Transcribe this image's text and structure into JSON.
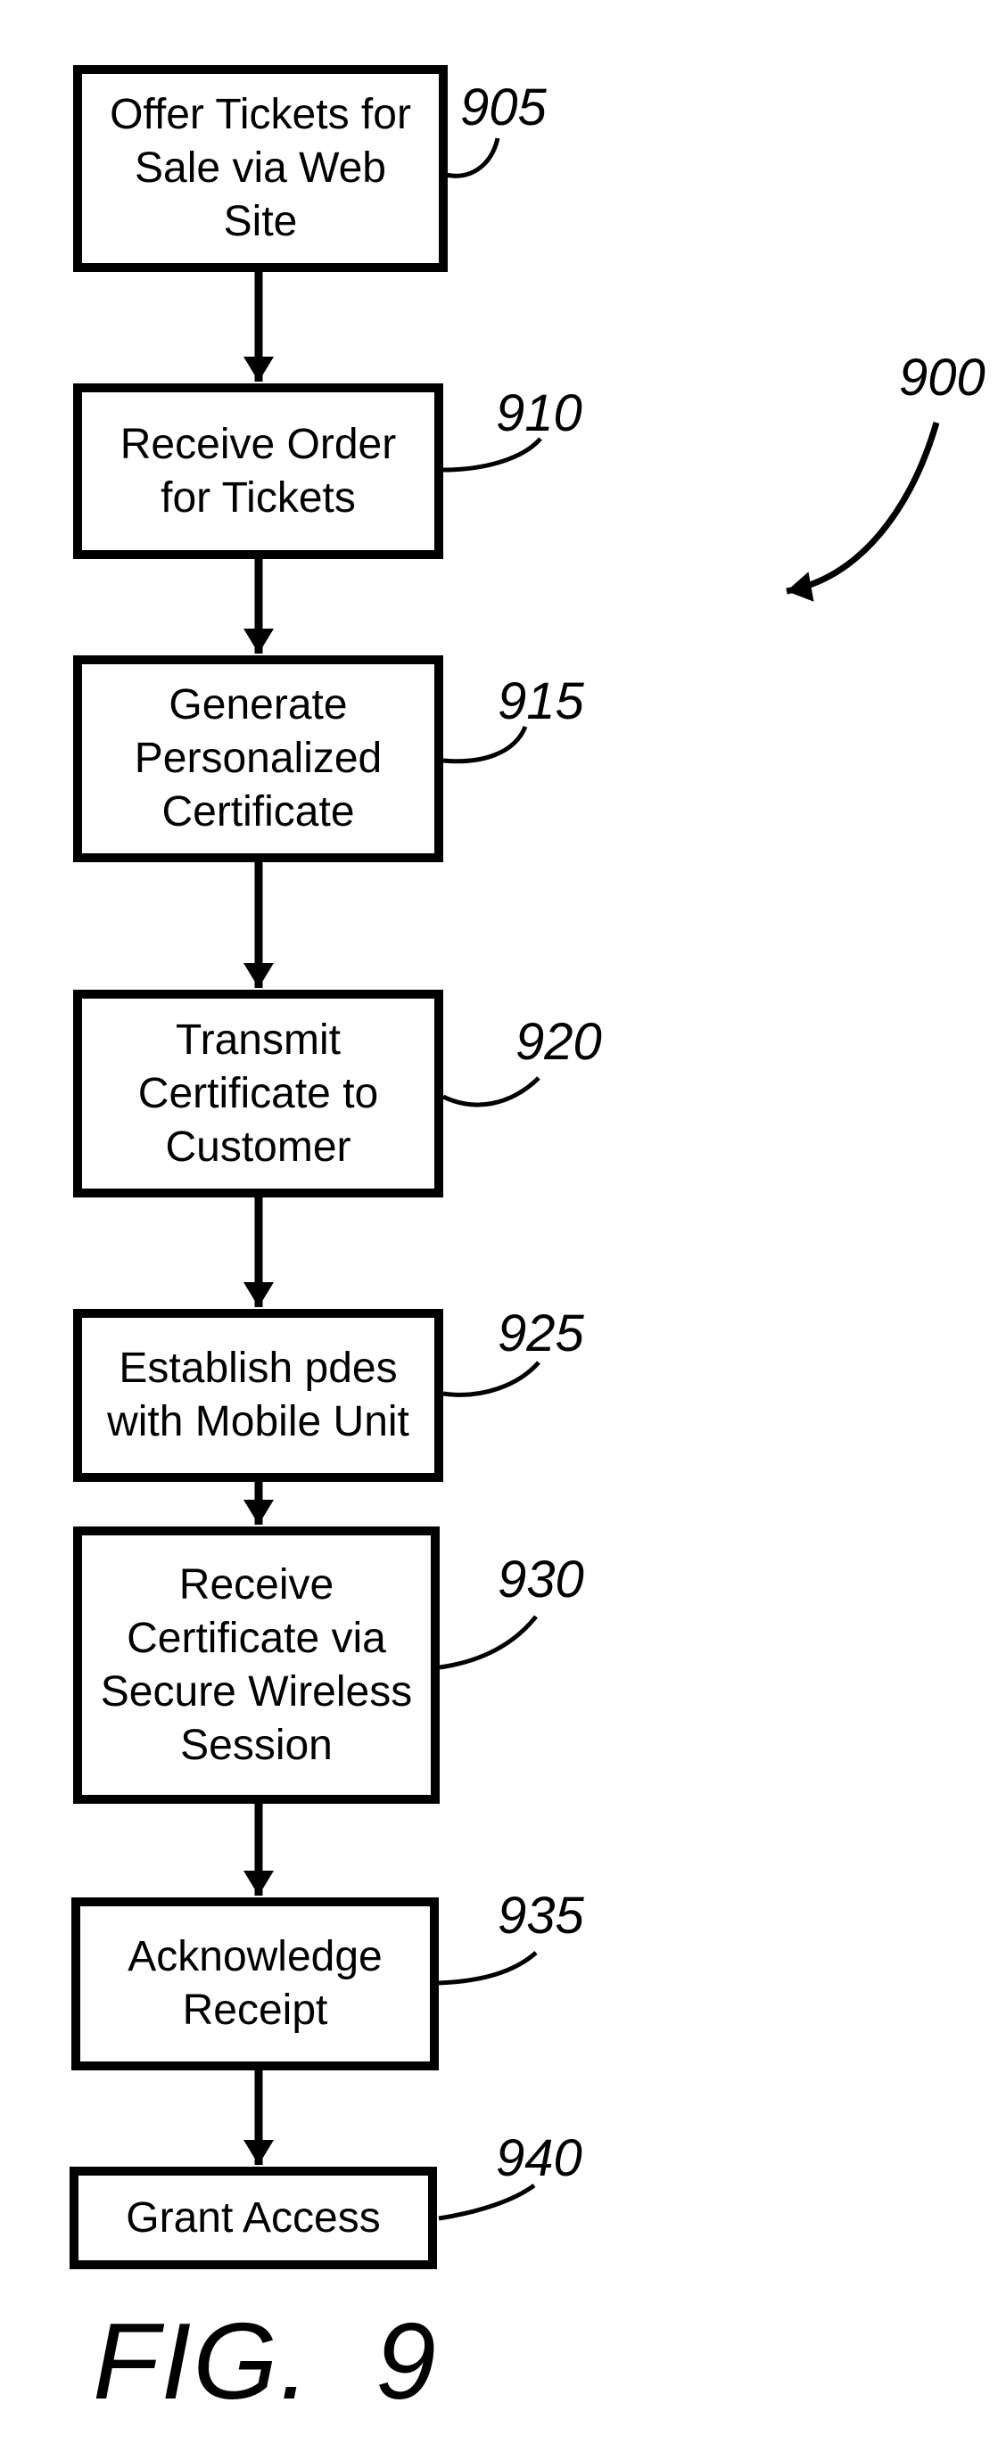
{
  "figure": {
    "caption": "FIG.  9",
    "diagram_ref": "900",
    "colors": {
      "ink": "#000000",
      "paper": "#ffffff"
    },
    "steps": [
      {
        "ref": "905",
        "text": "Offer Tickets for\nSale via Web\nSite"
      },
      {
        "ref": "910",
        "text": "Receive Order\nfor Tickets"
      },
      {
        "ref": "915",
        "text": "Generate\nPersonalized\nCertificate"
      },
      {
        "ref": "920",
        "text": "Transmit\nCertificate to\nCustomer"
      },
      {
        "ref": "925",
        "text": "Establish pdes\nwith Mobile Unit"
      },
      {
        "ref": "930",
        "text": "Receive\nCertificate via\nSecure Wireless\nSession"
      },
      {
        "ref": "935",
        "text": "Acknowledge\nReceipt"
      },
      {
        "ref": "940",
        "text": "Grant Access"
      }
    ],
    "edges": [
      [
        "905",
        "910"
      ],
      [
        "910",
        "915"
      ],
      [
        "915",
        "920"
      ],
      [
        "920",
        "925"
      ],
      [
        "925",
        "930"
      ],
      [
        "930",
        "935"
      ],
      [
        "935",
        "940"
      ]
    ]
  }
}
